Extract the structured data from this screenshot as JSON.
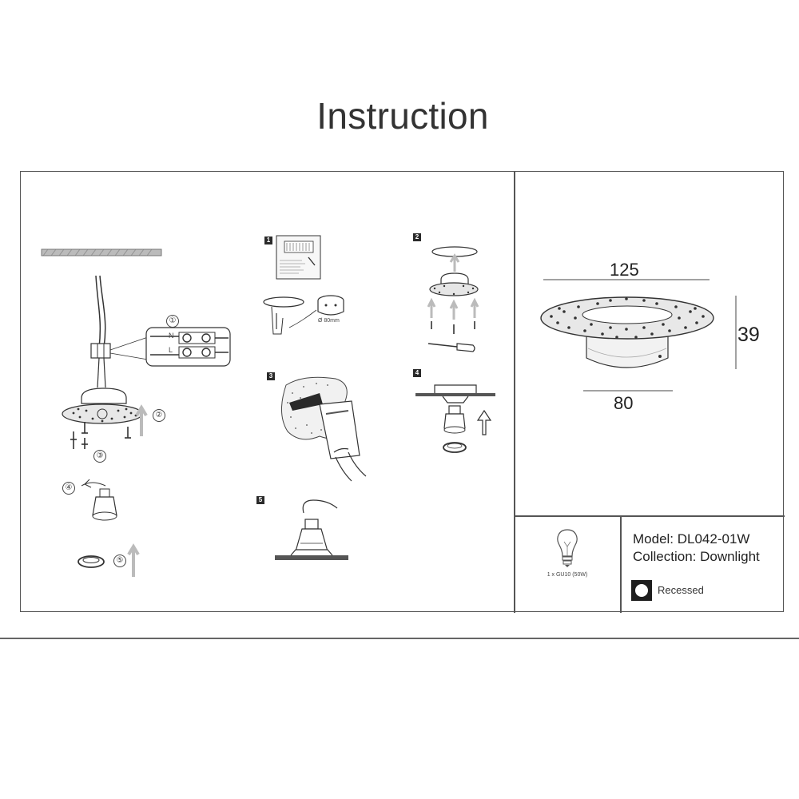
{
  "page": {
    "title": "Instruction"
  },
  "steps": {
    "step1_badge": "1",
    "step2_badge": "2",
    "step3_badge": "3",
    "step4_badge": "4",
    "step5_badge": "5",
    "hole_size": "Ø 80mm"
  },
  "callouts": {
    "c1": "①",
    "c2": "②",
    "c3": "③",
    "c4": "④",
    "c5": "⑤"
  },
  "wiring": {
    "label_n": "N",
    "label_l": "L"
  },
  "dimensions": {
    "diameter_outer": "125",
    "diameter_inner": "80",
    "height": "39"
  },
  "spec": {
    "bulb_caption": "1 x GU10 (50W)",
    "model": "Model: DL042-01W",
    "collection": "Collection: Downlight",
    "mounting": "Recessed"
  }
}
